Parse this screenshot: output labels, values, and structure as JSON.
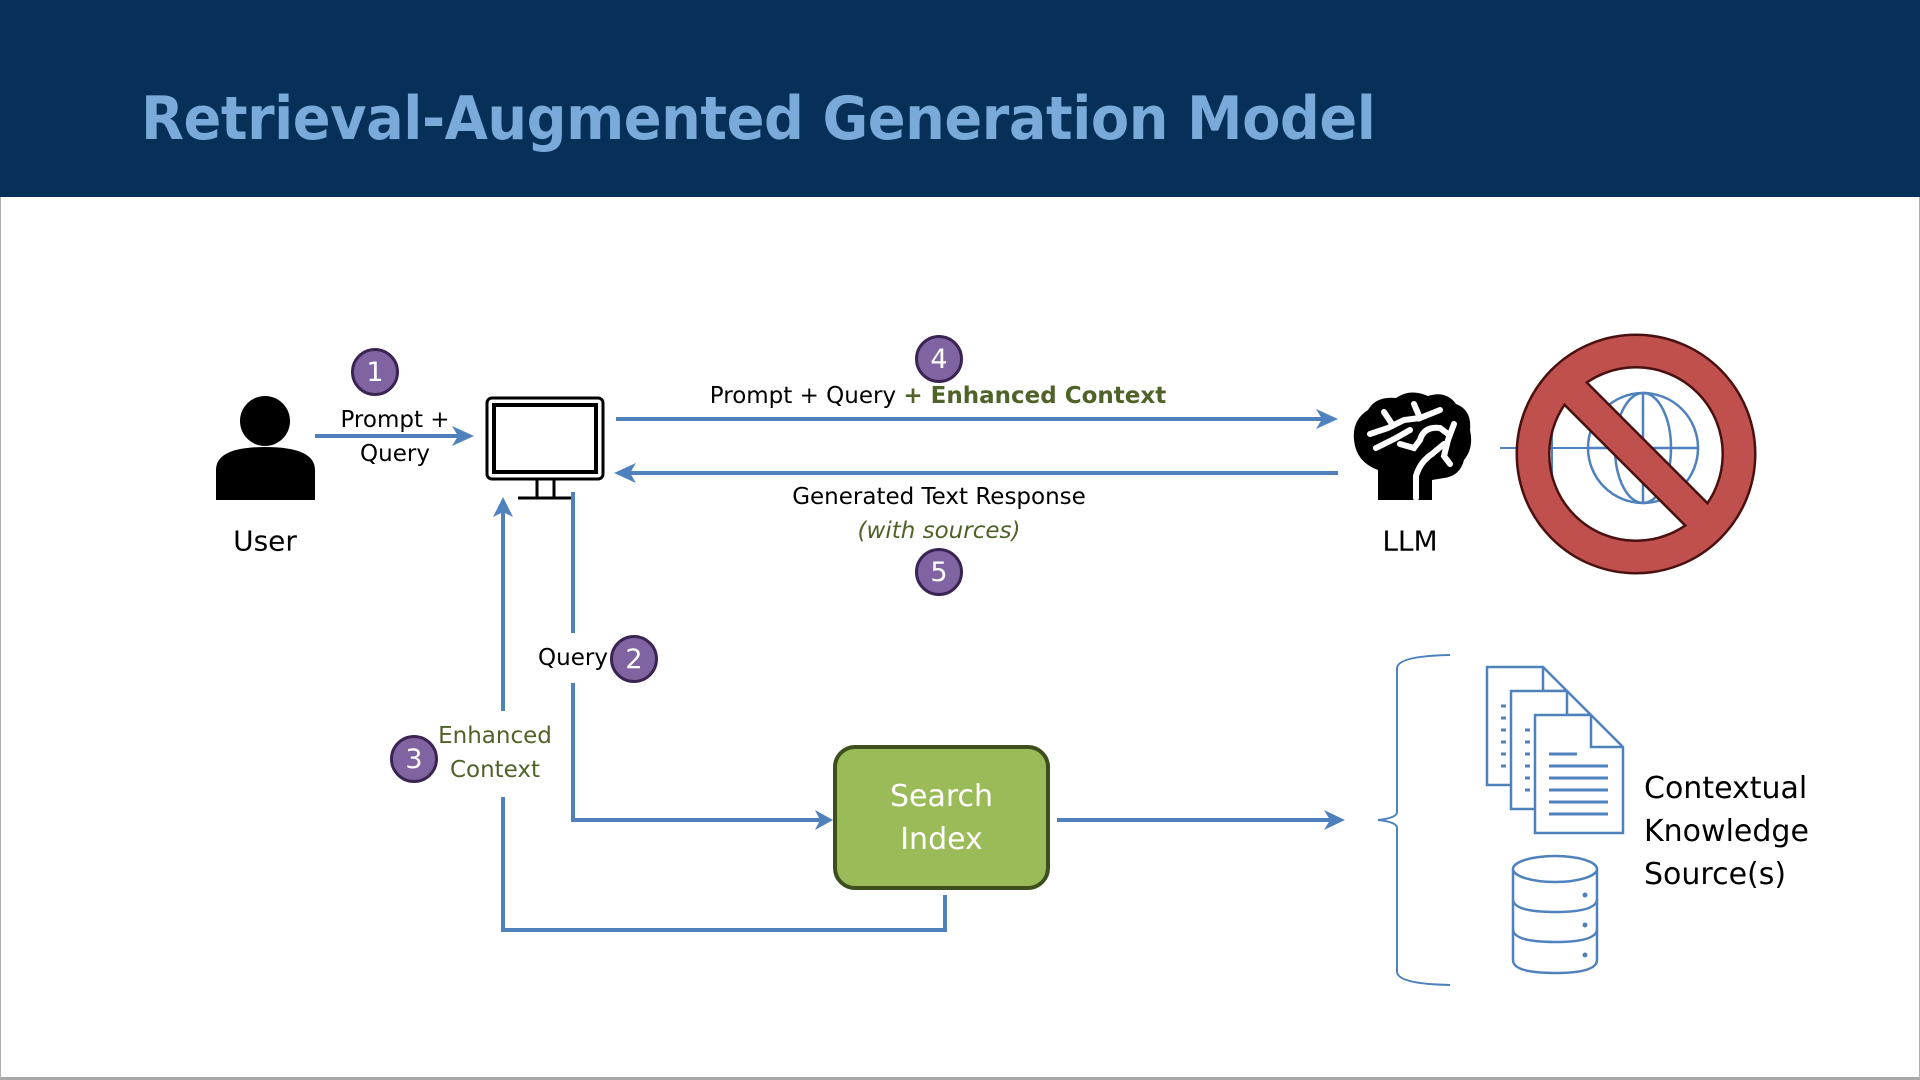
{
  "header": {
    "title": "Retrieval-Augmented Generation Model",
    "background_color": "#063057",
    "title_color": "#7aaad9"
  },
  "colors": {
    "arrow": "#4f81bd",
    "badge_fill": "#8064a2",
    "badge_border": "#3b2453",
    "accent_green_text": "#4f6228",
    "search_box_fill": "#9bbb59",
    "search_box_border": "#3d4f1d",
    "no_sign_fill": "#c0504d",
    "no_sign_border": "#4a1010"
  },
  "nodes": {
    "user": {
      "label": "User",
      "icon": "user-icon"
    },
    "computer": {
      "icon": "monitor-icon"
    },
    "llm": {
      "label": "LLM",
      "icon": "brain-icon"
    },
    "no_internet": {
      "icon": "no-globe-icon"
    },
    "search_index": {
      "line1": "Search",
      "line2": "Index"
    },
    "knowledge_sources": {
      "line1": "Contextual",
      "line2": "Knowledge",
      "line3": "Source(s)",
      "icons": [
        "documents-icon",
        "database-icon"
      ]
    }
  },
  "steps": [
    {
      "number": "1",
      "label_line1": "Prompt +",
      "label_line2": "Query"
    },
    {
      "number": "2",
      "label": "Query"
    },
    {
      "number": "3",
      "label_line1": "Enhanced",
      "label_line2": "Context"
    },
    {
      "number": "4",
      "label_plain": "Prompt + Query",
      "label_emphasis": "+ Enhanced Context"
    },
    {
      "number": "5",
      "label_line1": "Generated Text Response",
      "label_line2": "(with sources)"
    }
  ]
}
